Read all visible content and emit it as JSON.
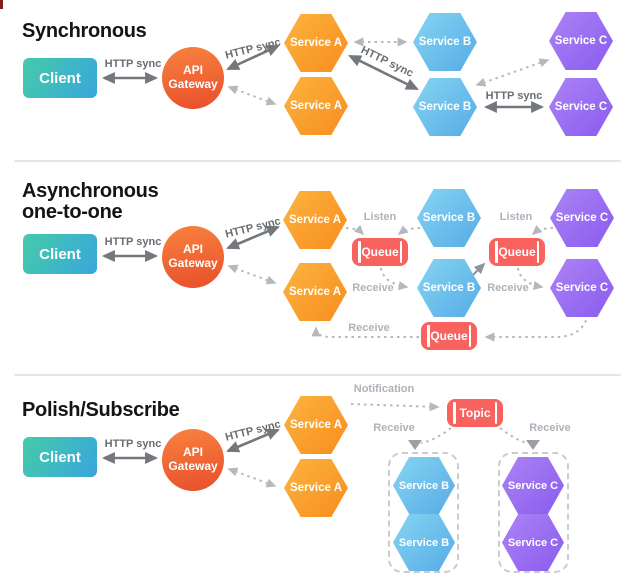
{
  "sections": [
    {
      "title": "Synchronous"
    },
    {
      "title_lines": [
        "Asynchronous",
        "one-to-one"
      ]
    },
    {
      "title": "Polish/Subscribe"
    }
  ],
  "nodes": {
    "client": "Client",
    "api_gateway": "API Gateway",
    "service_a": "Service A",
    "service_b": "Service B",
    "service_c": "Service C",
    "queue": "Queue",
    "topic": "Topic"
  },
  "edge_labels": {
    "http_sync": "HTTP sync",
    "listen": "Listen",
    "receive": "Receive",
    "notification": "Notification"
  },
  "colors": {
    "background": "#ffffff",
    "client_gradient_start": "#45cba9",
    "client_gradient_end": "#38a6dc",
    "gateway_gradient_start": "#f9823e",
    "gateway_gradient_end": "#e84e2c",
    "service_a_gradient_start": "#fcb440",
    "service_a_gradient_end": "#f78d1e",
    "service_b_gradient_start": "#87d5f3",
    "service_b_gradient_end": "#55abe5",
    "service_c_gradient_start": "#ab84f5",
    "service_c_gradient_end": "#8a5bee",
    "queue_topic_fill": "#f8625f",
    "solid_arrow": "#74787d",
    "medium_arrow": "#90959a",
    "dashed_arrow": "#b5b9be",
    "edge_label_dark": "#696d72",
    "edge_label_light": "#aeb3b9",
    "section_title": "#131417",
    "divider": "#e4e5e7"
  }
}
